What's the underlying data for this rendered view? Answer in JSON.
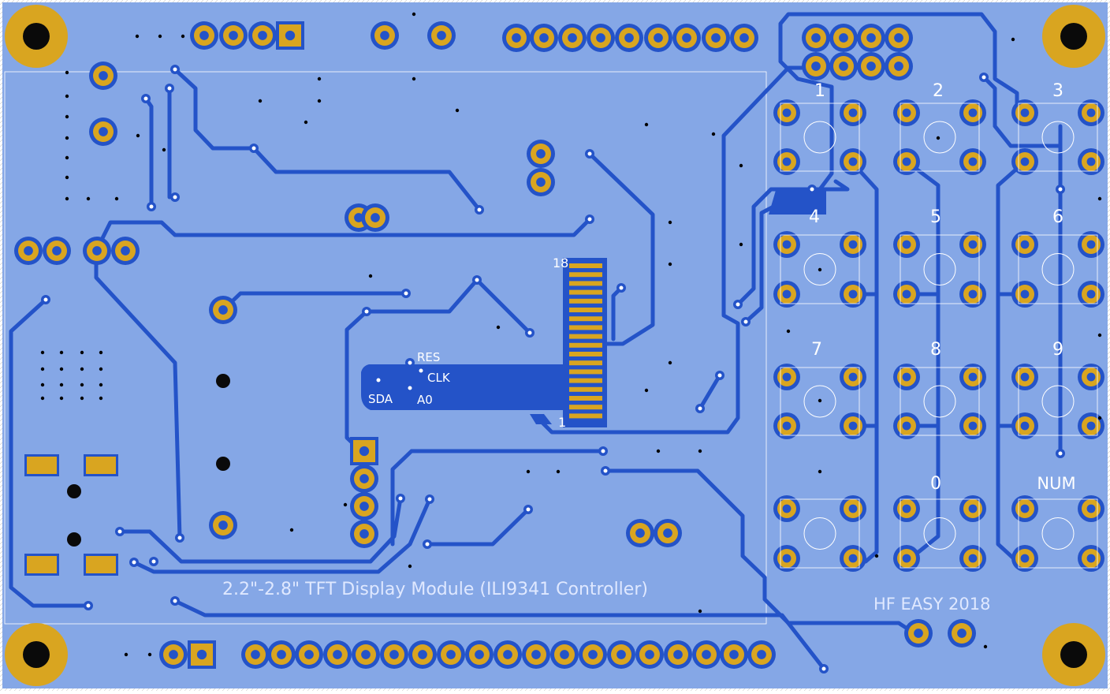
{
  "colors": {
    "board": "#85a7e6",
    "trace": "#2453c8",
    "pad": "#d9a520",
    "hole": "#0a0a0a",
    "silk": "#ffffff"
  },
  "silkscreen": {
    "title": "2.2\"-2.8\" TFT Display Module (ILI9341 Controller)",
    "credit": "HF EASY 2018",
    "fpc_pin_first": "1",
    "fpc_pin_last": "18",
    "sig_res": "RES",
    "sig_clk": "CLK",
    "sig_sda": "SDA",
    "sig_a0": "A0",
    "keys": [
      "1",
      "2",
      "3",
      "4",
      "5",
      "6",
      "7",
      "8",
      "9",
      "0",
      "NUM"
    ]
  }
}
